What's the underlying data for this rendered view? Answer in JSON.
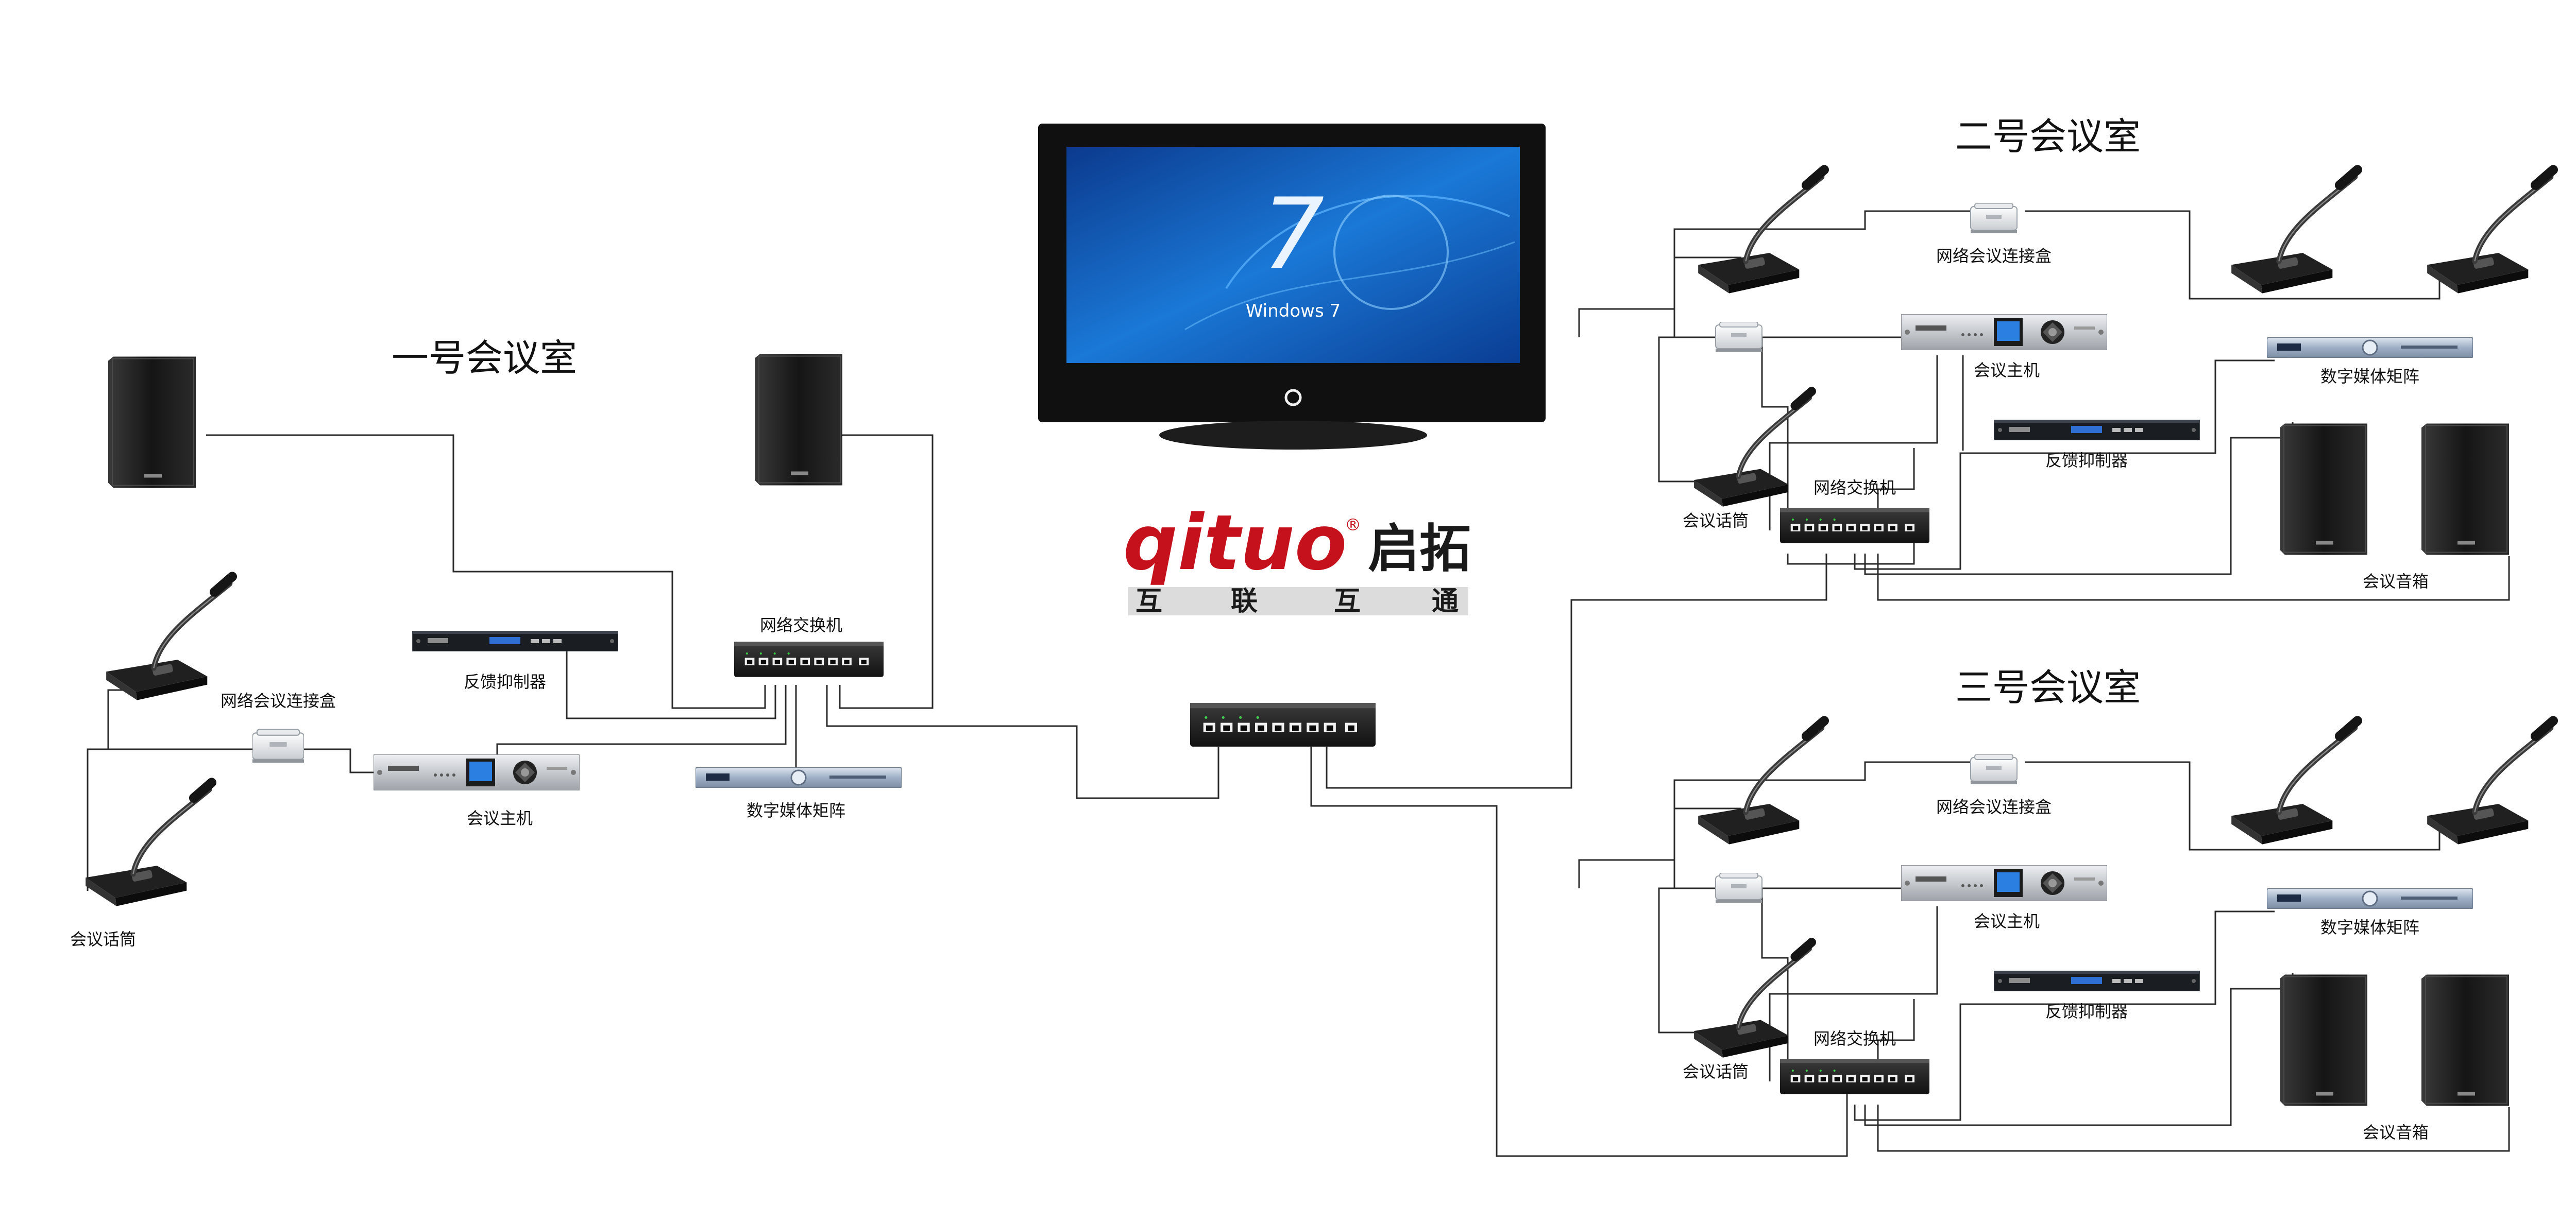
{
  "brand": {
    "logo_latin": "qituo",
    "registered_mark": "®",
    "logo_cn": "启拓",
    "slogan": [
      "互",
      "联",
      "互",
      "通"
    ],
    "logo_color": "#c4111b"
  },
  "tv": {
    "screen_text": "Windows 7",
    "logo_numeral": "7"
  },
  "rooms": {
    "room1": {
      "title": "一号会议室",
      "network_switch": "网络交换机",
      "feedback_suppressor": "反馈抑制器",
      "connection_box": "网络会议连接盒",
      "host_unit": "会议主机",
      "media_matrix": "数字媒体矩阵",
      "microphone": "会议话筒"
    },
    "room2": {
      "title": "二号会议室",
      "connection_box": "网络会议连接盒",
      "host_unit": "会议主机",
      "media_matrix": "数字媒体矩阵",
      "feedback_suppressor": "反馈抑制器",
      "network_switch": "网络交换机",
      "microphone": "会议话筒",
      "speaker": "会议音箱"
    },
    "room3": {
      "title": "三号会议室",
      "connection_box": "网络会议连接盒",
      "host_unit": "会议主机",
      "media_matrix": "数字媒体矩阵",
      "feedback_suppressor": "反馈抑制器",
      "network_switch": "网络交换机",
      "microphone": "会议话筒",
      "speaker": "会议音箱"
    }
  },
  "colors": {
    "wire": "#2a2a2a",
    "device_dark": "#1c1c1c",
    "panel_silver": "#c9ccd1",
    "screen_blue": "#1463c8",
    "label": "#111111"
  }
}
